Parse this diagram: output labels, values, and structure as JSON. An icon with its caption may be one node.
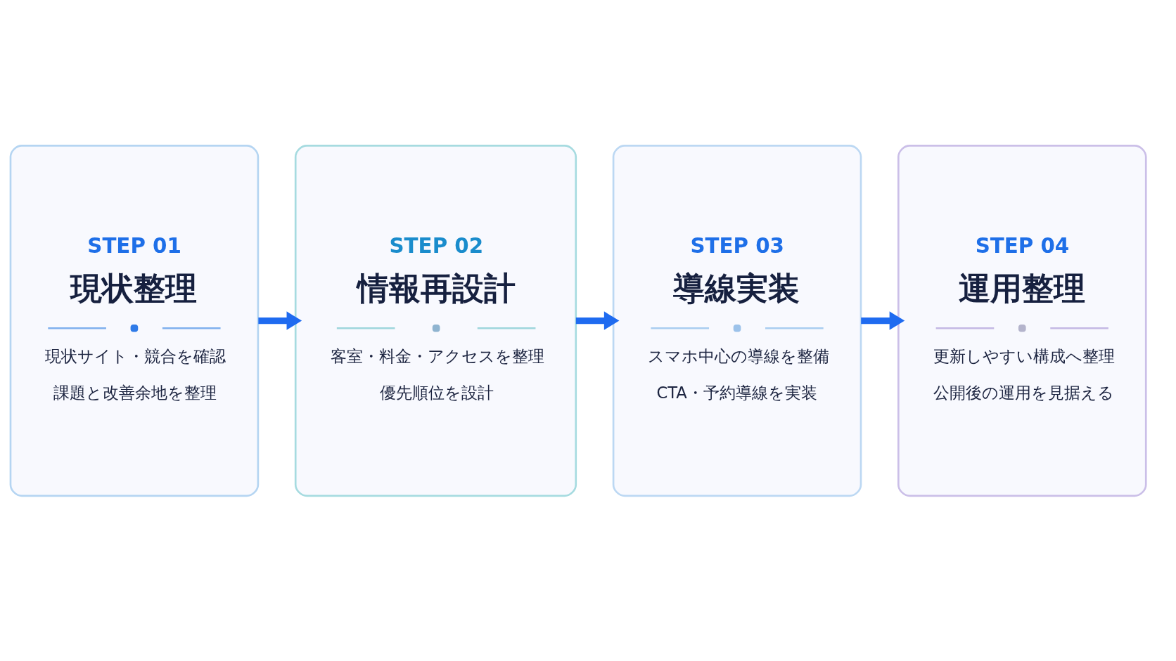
{
  "diagram": {
    "nodes": [
      {
        "text": [
          "STEP 01",
          "現状整理",
          "現状サイト・競合を確認",
          "課題と改善余地を整理"
        ]
      },
      {
        "text": [
          "STEP 02",
          "情報再設計",
          "客室・料金・アクセスを整理",
          "優先順位を設計"
        ]
      },
      {
        "text": [
          "STEP 03",
          "導線実装",
          "スマホ中心の導線を整備",
          "CTA・予約導線を実装"
        ]
      },
      {
        "text": [
          "STEP 04",
          "運用整理",
          "更新しやすい構成へ整理",
          "公開後の運用を見据える"
        ]
      }
    ],
    "edges": [
      {
        "from": 0,
        "to": 1,
        "arrow": "to"
      },
      {
        "from": 1,
        "to": 2,
        "arrow": "to"
      },
      {
        "from": 2,
        "to": 3,
        "arrow": "to"
      }
    ]
  }
}
